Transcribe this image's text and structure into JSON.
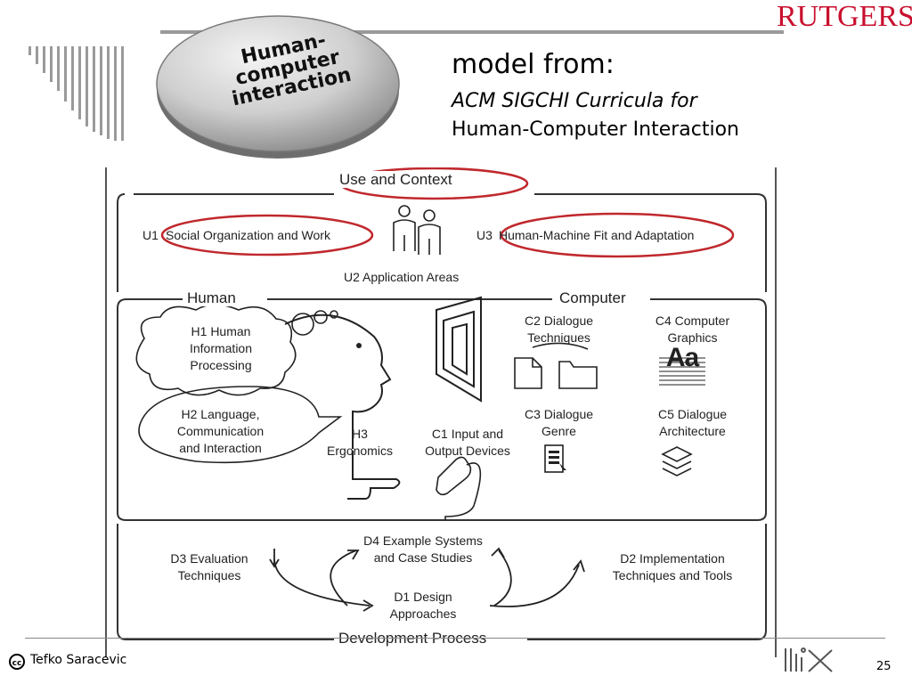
{
  "header": {
    "brand": "RUTGERS",
    "badge_lines": [
      "Human-",
      "computer",
      "interaction"
    ],
    "title": "model from:",
    "subtitle_line1": "ACM SIGCHI Curricula for",
    "subtitle_line2": "Human-Computer Interaction"
  },
  "diagram": {
    "use_context": "Use and Context",
    "u1_prefix": "U1",
    "u1": "Social Organization and Work",
    "u3_prefix": "U3",
    "u3": "Human-Machine Fit and Adaptation",
    "u2": "U2 Application Areas",
    "human": "Human",
    "computer": "Computer",
    "h1": [
      "H1 Human",
      "Information",
      "Processing"
    ],
    "h2": [
      "H2 Language,",
      "Communication",
      "and Interaction"
    ],
    "h3": [
      "H3",
      "Ergonomics"
    ],
    "c1": [
      "C1 Input and",
      "Output Devices"
    ],
    "c2": [
      "C2 Dialogue",
      "Techniques"
    ],
    "c3": [
      "C3 Dialogue",
      "Genre"
    ],
    "c4": [
      "C4 Computer",
      "Graphics"
    ],
    "c5": [
      "C5 Dialogue",
      "Architecture"
    ],
    "d1": [
      "D1 Design",
      "Approaches"
    ],
    "d2": [
      "D2 Implementation",
      "Techniques and Tools"
    ],
    "d3": [
      "D3 Evaluation",
      "Techniques"
    ],
    "d4": [
      "D4 Example Systems",
      "and Case Studies"
    ],
    "dev_process": "Development Process",
    "graphics_glyph": "Aa"
  },
  "footer": {
    "cc": "cc",
    "author": "Tefko Saracevic",
    "page": "25"
  },
  "colors": {
    "brand_red": "#c8102e",
    "highlight_red": "#c0282d"
  }
}
